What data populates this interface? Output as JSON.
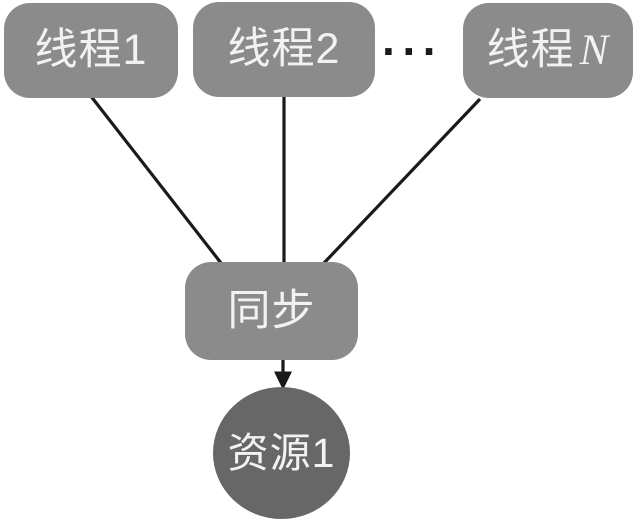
{
  "diagram": {
    "threads": [
      {
        "label": "线程1"
      },
      {
        "label": "线程2"
      },
      {
        "label_prefix": "线程",
        "label_var": "N"
      }
    ],
    "ellipsis": "···",
    "sync_label": "同步",
    "resource_label": "资源1",
    "colors": {
      "node_fill": "#8b8b8b",
      "resource_fill": "#676767",
      "node_text": "#f2f2f2",
      "connector": "#1a1a1a",
      "background": "#ffffff"
    }
  }
}
